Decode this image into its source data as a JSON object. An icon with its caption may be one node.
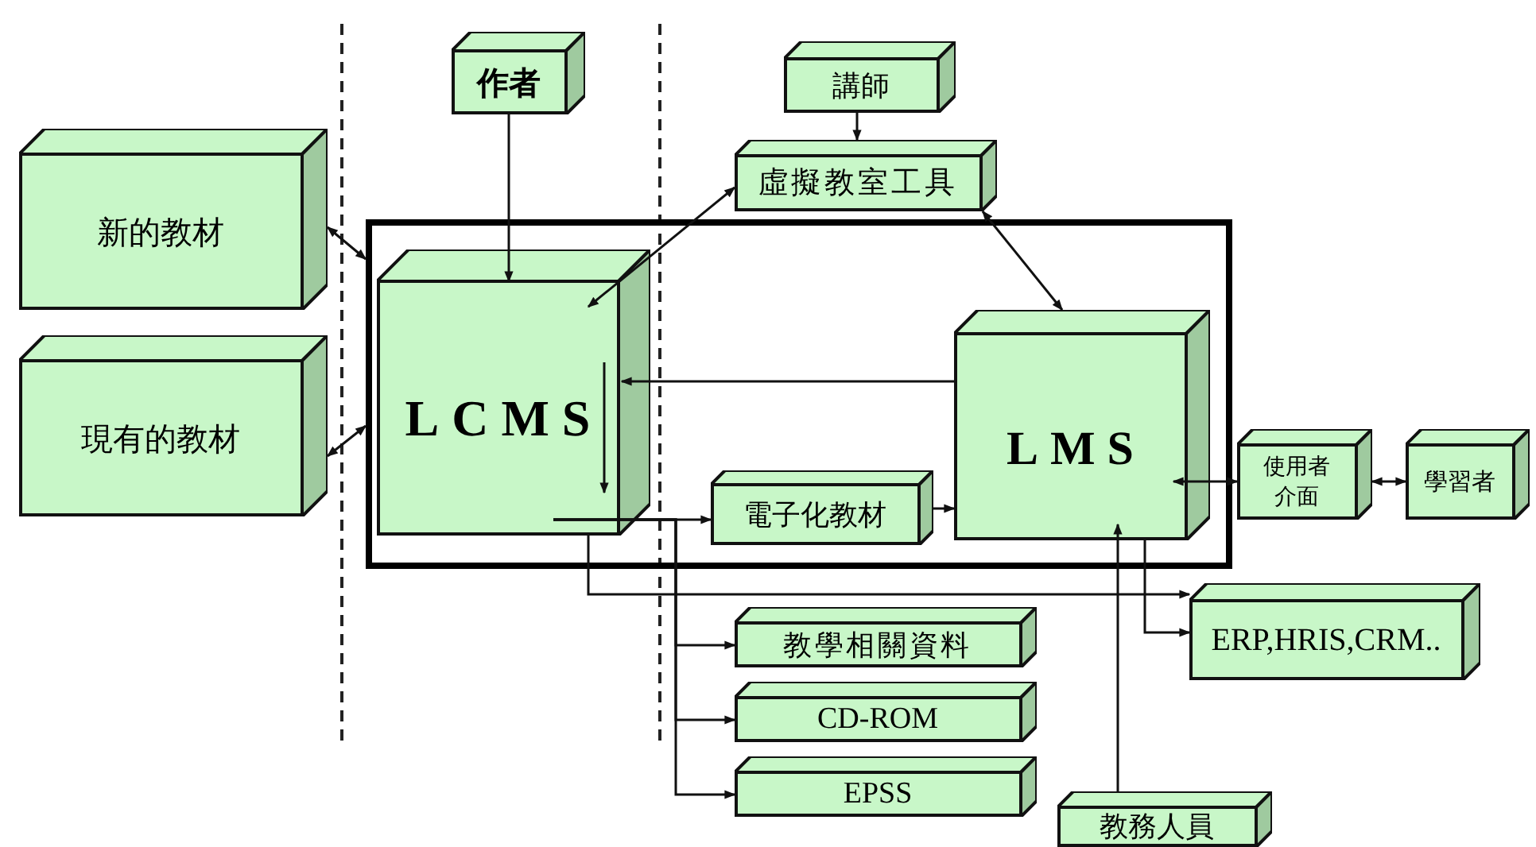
{
  "diagram": {
    "nodes": [
      {
        "text": [],
        "shape": "box"
      },
      {
        "text": [
          "作者"
        ]
      },
      {
        "text": [
          "講師"
        ]
      },
      {
        "text": [
          "新的教材"
        ]
      },
      {
        "text": [
          "現有的教材"
        ]
      },
      {
        "text": [
          "LCMS"
        ],
        "in": 0
      },
      {
        "text": [
          "虛擬教室工具"
        ]
      },
      {
        "text": [
          "LMS"
        ],
        "in": 0
      },
      {
        "text": [
          "電子化教材"
        ],
        "in": 0
      },
      {
        "text": [
          "使用者介面"
        ]
      },
      {
        "text": [
          "學習者"
        ]
      },
      {
        "text": [
          "ERP,HRIS,CRM.."
        ]
      },
      {
        "text": [
          "教學相關資料"
        ]
      },
      {
        "text": [
          "CD-ROM"
        ]
      },
      {
        "text": [
          "EPSS"
        ]
      },
      {
        "text": [
          "教務人員"
        ]
      }
    ],
    "edges": [
      {
        "from": 1,
        "to": 5,
        "arrow": "to"
      },
      {
        "from": 2,
        "to": 6,
        "arrow": "to"
      },
      {
        "from": 3,
        "to": 0,
        "arrow": "both"
      },
      {
        "from": 4,
        "to": 0,
        "arrow": "both"
      },
      {
        "from": 6,
        "to": 5,
        "arrow": "both"
      },
      {
        "from": 6,
        "to": 7,
        "arrow": "both"
      },
      {
        "from": 7,
        "to": 5,
        "arrow": "to"
      },
      {
        "from": 5,
        "to": 8,
        "arrow": "to"
      },
      {
        "from": 5,
        "to": 12,
        "arrow": "to"
      },
      {
        "from": 5,
        "to": 13,
        "arrow": "to"
      },
      {
        "from": 5,
        "to": 14,
        "arrow": "to"
      },
      {
        "from": 5,
        "to": 11,
        "arrow": "to"
      },
      {
        "from": 8,
        "to": 7,
        "arrow": "to"
      },
      {
        "from": 7,
        "to": 11,
        "arrow": "to"
      },
      {
        "from": 15,
        "to": 7,
        "arrow": "to"
      },
      {
        "from": 7,
        "to": 9,
        "arrow": "both"
      },
      {
        "from": 9,
        "to": 10,
        "arrow": "both"
      }
    ]
  }
}
